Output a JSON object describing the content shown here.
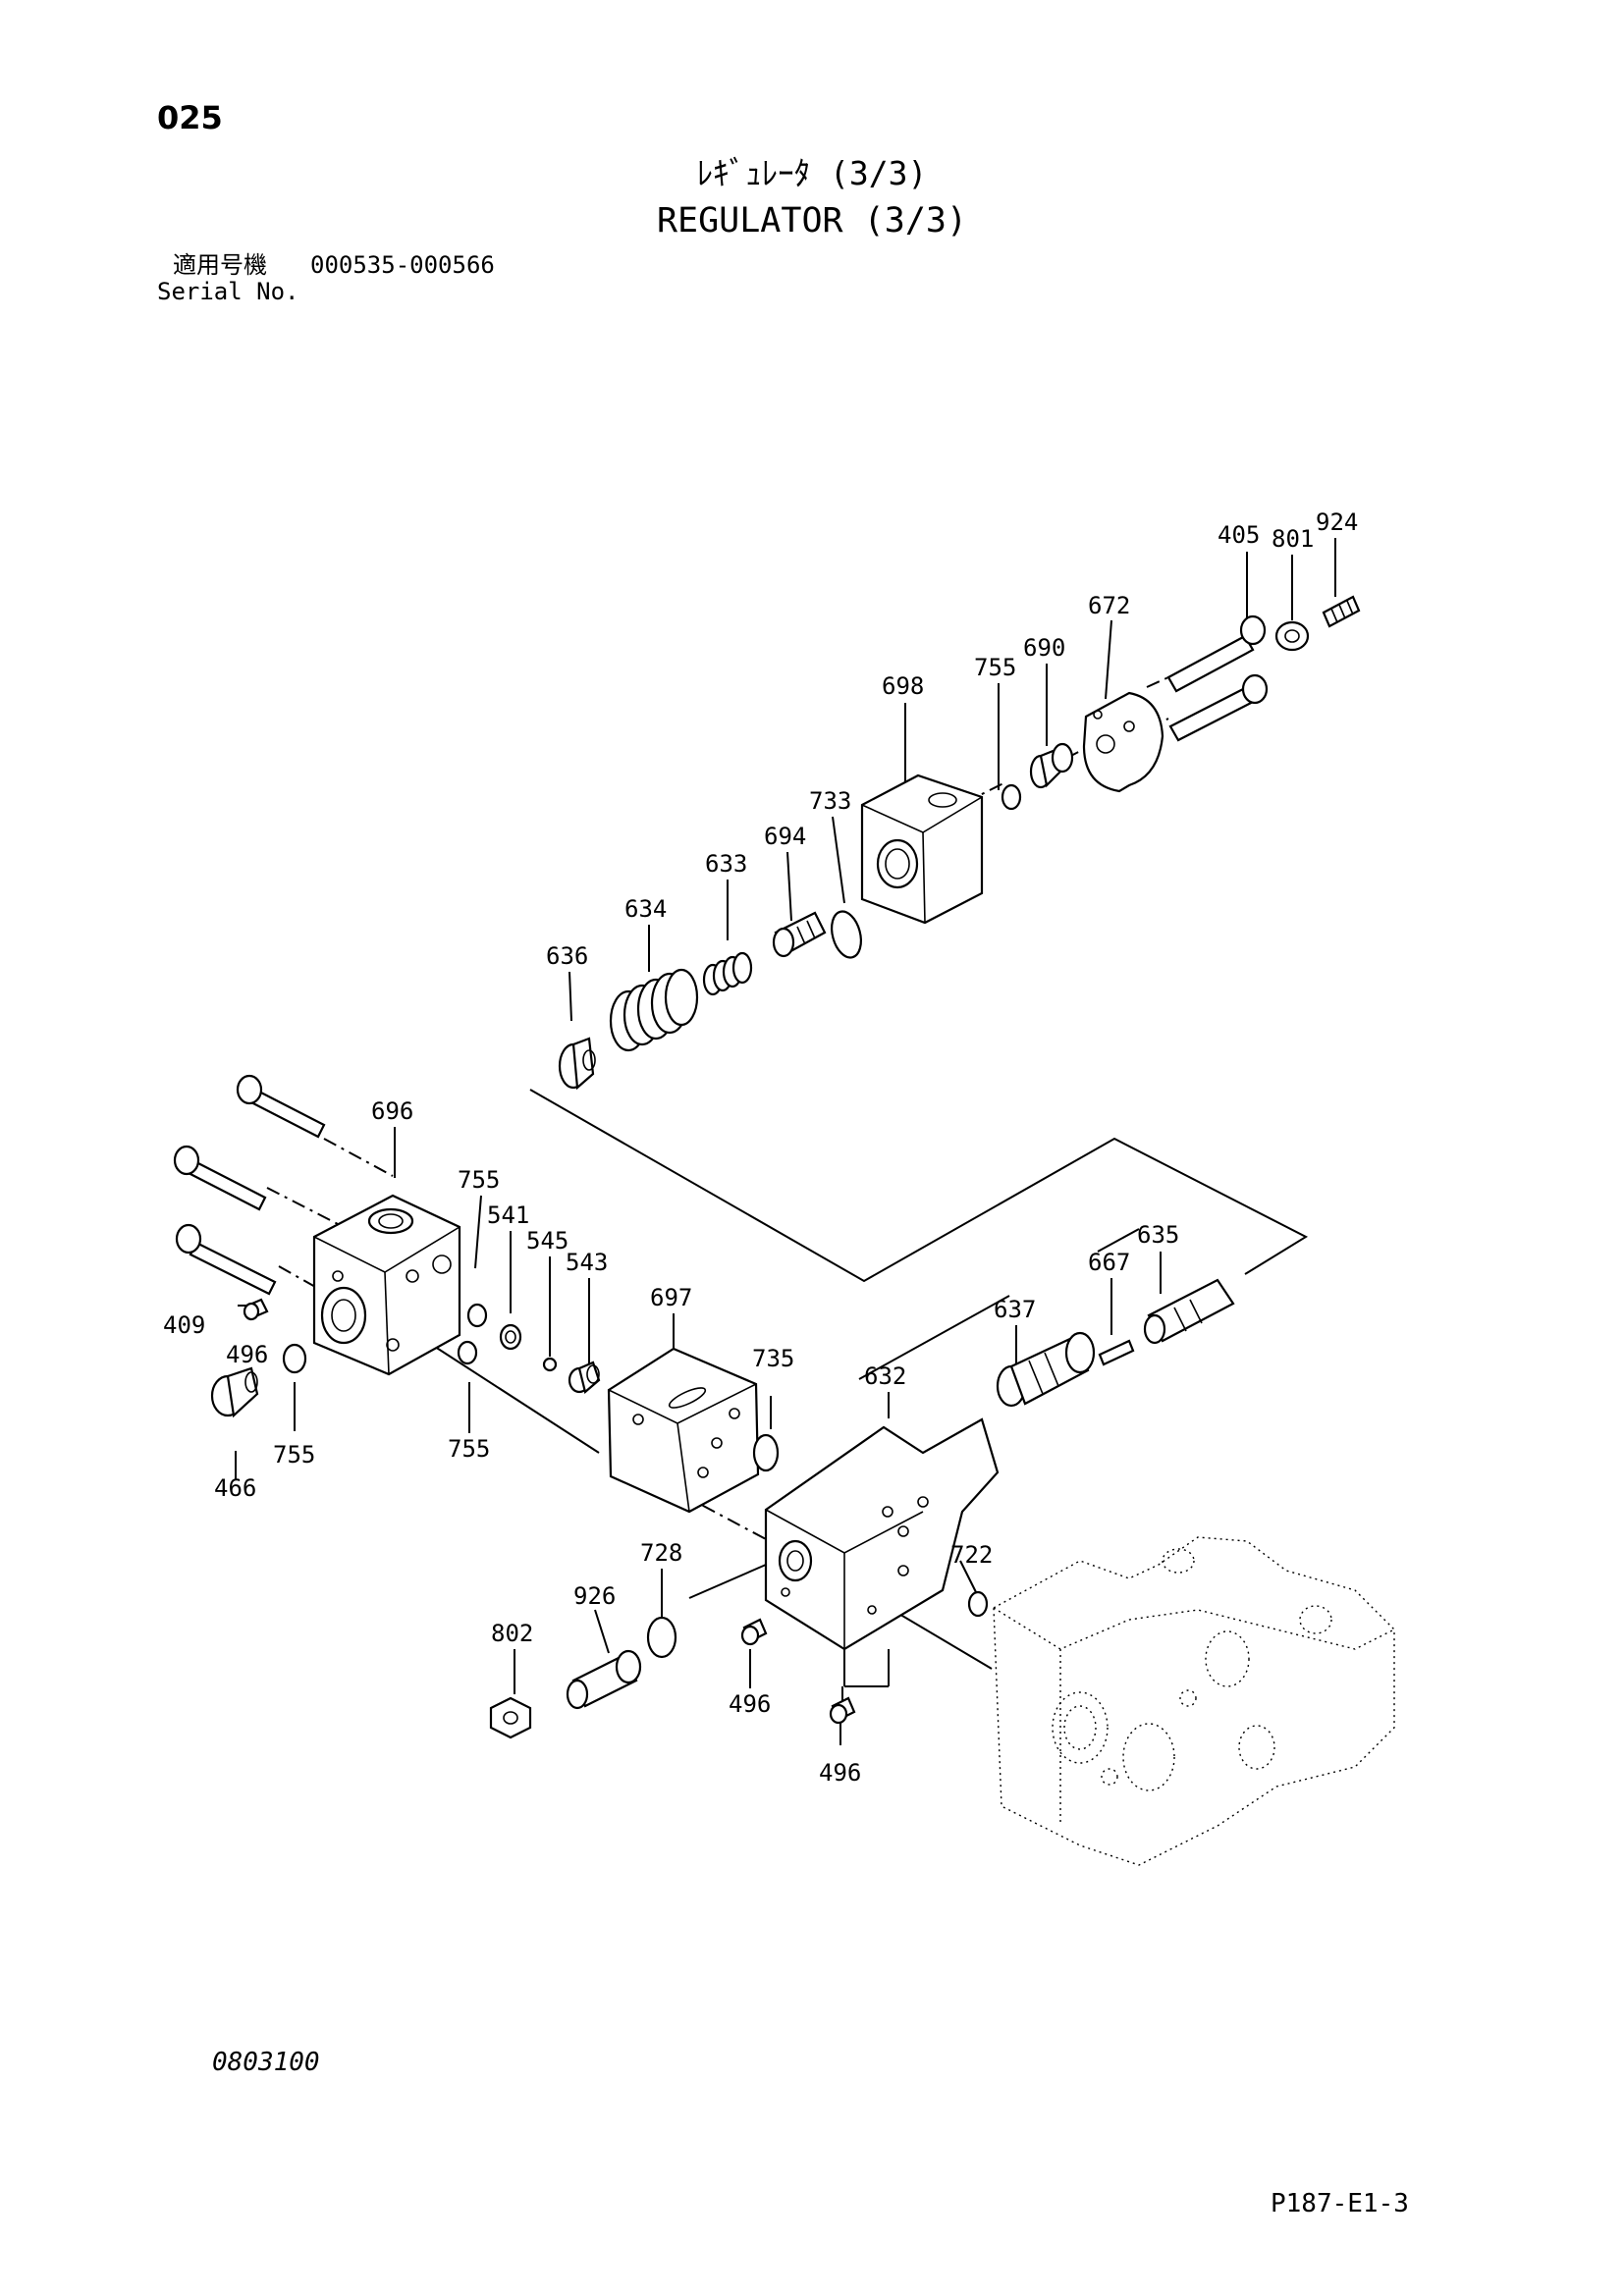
{
  "header": {
    "page_number": "025",
    "title_jp": "ﾚｷﾞｭﾚｰﾀ (3/3)",
    "title_en": "REGULATOR (3/3)",
    "serial_label_jp": "適用号機",
    "serial_range": "000535-000566",
    "serial_label_en": "Serial No."
  },
  "part_labels": {
    "p405": "405",
    "p801": "801",
    "p924": "924",
    "p672": "672",
    "p690": "690",
    "p755a": "755",
    "p698": "698",
    "p733": "733",
    "p694": "694",
    "p633": "633",
    "p634": "634",
    "p636": "636",
    "p696": "696",
    "p755b": "755",
    "p541": "541",
    "p545": "545",
    "p543": "543",
    "p635": "635",
    "p667": "667",
    "p637": "637",
    "p409": "409",
    "p496a": "496",
    "p697": "697",
    "p735": "735",
    "p632": "632",
    "p755c": "755",
    "p755d": "755",
    "p466": "466",
    "p728": "728",
    "p722": "722",
    "p926": "926",
    "p802": "802",
    "p496b": "496",
    "p496c": "496"
  },
  "footer": {
    "drawing_code": "0803100",
    "page_ref": "P187-E1-3"
  }
}
